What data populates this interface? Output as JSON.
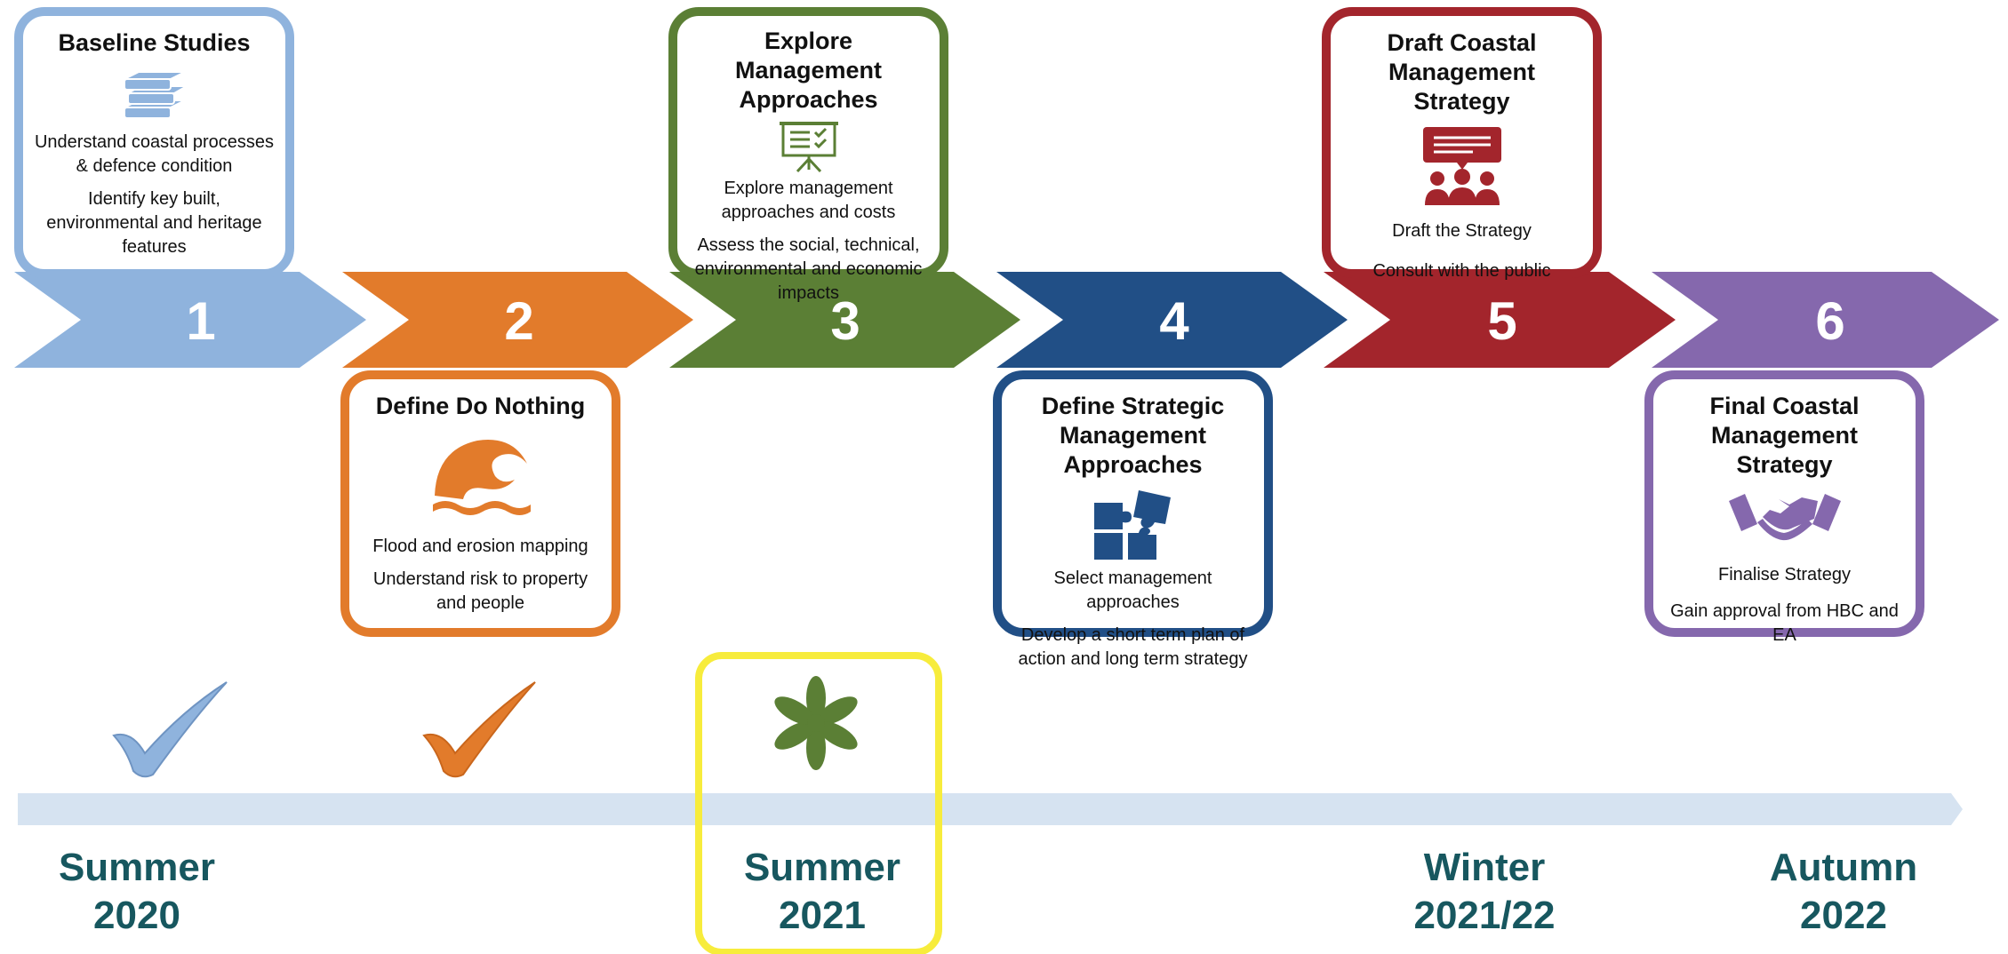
{
  "colors": {
    "step1": "#8fb3dd",
    "step2": "#e27b2b",
    "step3": "#5b7f35",
    "step4": "#214f86",
    "step5": "#a3252c",
    "step6": "#8568ad",
    "timeline_bar": "#d6e3f1",
    "season_text": "#17575f",
    "highlight": "#f7ec3c"
  },
  "steps": [
    {
      "number": "1",
      "title": "Baseline Studies",
      "icon": "books-icon",
      "lines": [
        "Understand coastal processes & defence condition",
        "Identify key built, environmental and heritage features"
      ]
    },
    {
      "number": "2",
      "title": "Define Do Nothing",
      "icon": "wave-icon",
      "lines": [
        "Flood and erosion mapping",
        "Understand risk to property and people"
      ]
    },
    {
      "number": "3",
      "title": "Explore Management Approaches",
      "icon": "presentation-board-icon",
      "lines": [
        "Explore management approaches and costs",
        "Assess the social, technical, environmental and economic impacts"
      ]
    },
    {
      "number": "4",
      "title": "Define Strategic Management Approaches",
      "icon": "puzzle-icon",
      "lines": [
        "Select management approaches",
        "Develop a short term plan of action and long term strategy"
      ]
    },
    {
      "number": "5",
      "title": "Draft Coastal Management Strategy",
      "icon": "meeting-icon",
      "lines": [
        "Draft the Strategy",
        "Consult with the public"
      ]
    },
    {
      "number": "6",
      "title": "Final Coastal Management Strategy",
      "icon": "handshake-icon",
      "lines": [
        "Finalise Strategy",
        "Gain approval from HBC and EA"
      ]
    }
  ],
  "status_marks": [
    {
      "icon": "checkmark-icon",
      "step": "1",
      "state": "complete"
    },
    {
      "icon": "checkmark-icon",
      "step": "2",
      "state": "complete"
    },
    {
      "icon": "asterisk-icon",
      "step": "3",
      "state": "current"
    }
  ],
  "timeline": [
    {
      "line1": "Summer",
      "line2": "2020"
    },
    {
      "line1": "Summer",
      "line2": "2021"
    },
    {
      "line1": "Winter",
      "line2": "2021/22"
    },
    {
      "line1": "Autumn",
      "line2": "2022"
    }
  ]
}
